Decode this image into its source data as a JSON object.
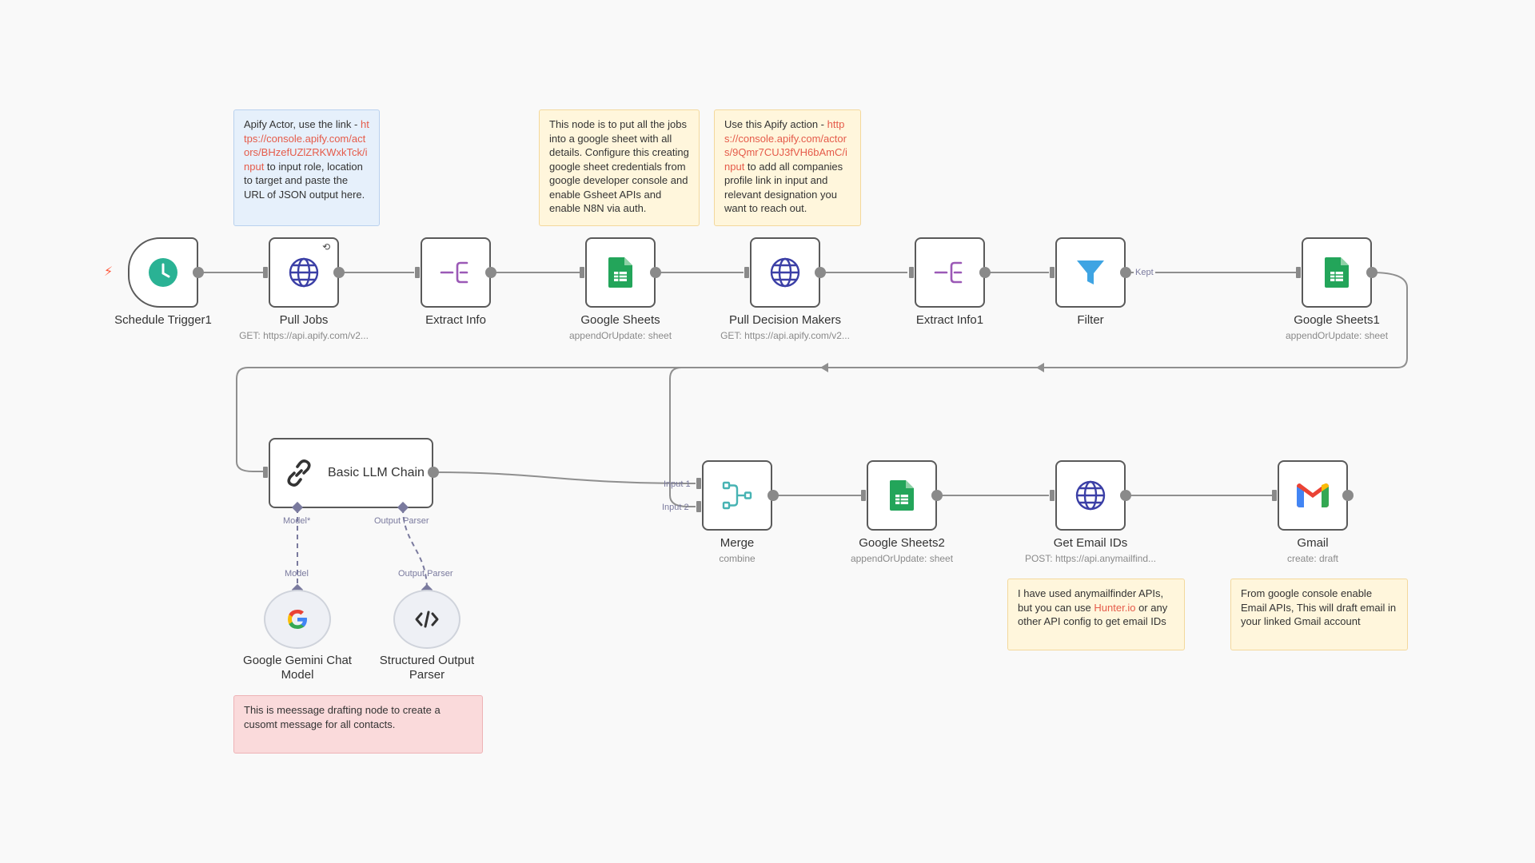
{
  "notes": {
    "apify_jobs": {
      "text_before": "Apify Actor, use the link - ",
      "link": "https://console.apify.com/actors/BHzefUZlZRKWxkTck/input",
      "text_after": " to input role, location to target and paste the URL of JSON output here."
    },
    "sheets": {
      "text": "This node is to put all the jobs into a google sheet with all details. Configure this creating google sheet credentials from google developer console and enable Gsheet APIs and enable N8N via auth."
    },
    "decision_makers": {
      "text_before": "Use this Apify action - ",
      "link": "https://console.apify.com/actors/9Qmr7CUJ3fVH6bAmC/input",
      "text_after": " to add all companies profile link in input and relevant designation you want to reach out."
    },
    "llm": {
      "text": "This is meessage drafting node to create a cusomt message for all contacts."
    },
    "email": {
      "text_before": "I have used anymailfinder APIs, but you can use ",
      "link": "Hunter.io",
      "text_after": " or any other API config to get email IDs"
    },
    "gmail": {
      "text": "From google console enable Email APIs, This will draft email in your linked Gmail account"
    }
  },
  "nodes": {
    "schedule": {
      "title": "Schedule Trigger1",
      "subtitle": "",
      "icon": "clock-icon"
    },
    "pull_jobs": {
      "title": "Pull Jobs",
      "subtitle": "GET: https://api.apify.com/v2...",
      "icon": "globe-icon"
    },
    "extract_info": {
      "title": "Extract Info",
      "subtitle": "",
      "icon": "split-out-icon"
    },
    "google_sheets": {
      "title": "Google Sheets",
      "subtitle": "appendOrUpdate: sheet",
      "icon": "google-sheets-icon"
    },
    "pull_decision": {
      "title": "Pull Decision Makers",
      "subtitle": "GET: https://api.apify.com/v2...",
      "icon": "globe-icon"
    },
    "extract_info1": {
      "title": "Extract Info1",
      "subtitle": "",
      "icon": "split-out-icon"
    },
    "filter": {
      "title": "Filter",
      "subtitle": "",
      "icon": "funnel-icon"
    },
    "google_sheets1": {
      "title": "Google Sheets1",
      "subtitle": "appendOrUpdate: sheet",
      "icon": "google-sheets-icon"
    },
    "llm_chain": {
      "title": "Basic LLM Chain",
      "icon": "link-chain-icon"
    },
    "gemini": {
      "title_line1": "Google Gemini Chat",
      "title_line2": "Model",
      "icon": "google-g-icon"
    },
    "parser": {
      "title_line1": "Structured Output",
      "title_line2": "Parser",
      "icon": "code-brackets-icon"
    },
    "merge": {
      "title": "Merge",
      "subtitle": "combine",
      "icon": "merge-icon"
    },
    "google_sheets2": {
      "title": "Google Sheets2",
      "subtitle": "appendOrUpdate: sheet",
      "icon": "google-sheets-icon"
    },
    "get_email": {
      "title": "Get Email IDs",
      "subtitle": "POST: https://api.anymailfind...",
      "icon": "globe-icon"
    },
    "gmail": {
      "title": "Gmail",
      "subtitle": "create: draft",
      "icon": "gmail-icon"
    }
  },
  "port_labels": {
    "model": "Model*",
    "output_parser": "Output Parser",
    "model_in": "Model",
    "output_parser_in": "Output Parser",
    "input1": "Input 1",
    "input2": "Input 2",
    "kept": "Kept"
  },
  "colors": {
    "edge": "#8f8f8f",
    "node_border": "#5a5a5a",
    "clock": "#2ab294",
    "globe": "#3b3fa6",
    "split": "#9b59b6",
    "sheets": "#23a55a",
    "filter": "#3ea4e3",
    "merge": "#47b3b3",
    "ai_port": "#7a7a9e"
  }
}
